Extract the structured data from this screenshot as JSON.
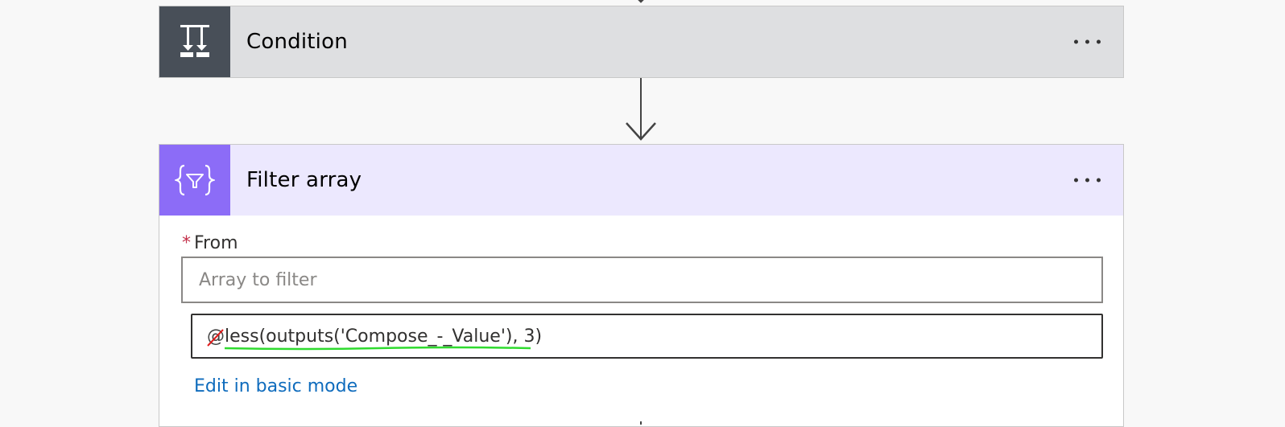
{
  "condition_card": {
    "title": "Condition",
    "icon": "condition-branch-icon",
    "header_color": "#dedfe1",
    "icon_bg": "#484f58"
  },
  "filter_card": {
    "title": "Filter array",
    "icon": "filter-braces-icon",
    "header_color": "#ece8fe",
    "icon_bg": "#8c6cf7",
    "from_field": {
      "required_marker": "*",
      "label": "From",
      "placeholder": "Array to filter",
      "value": ""
    },
    "expression": {
      "prefix": "@",
      "text": "less(outputs('Compose_-_Value'), 3)"
    },
    "edit_link": "Edit in basic mode"
  }
}
